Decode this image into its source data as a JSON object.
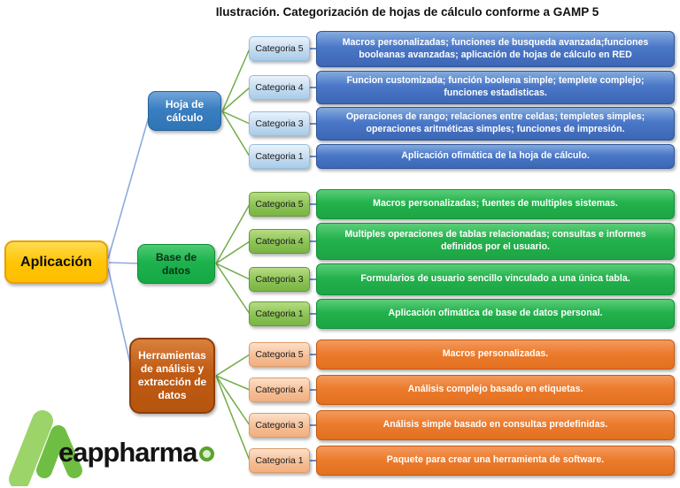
{
  "title": "Ilustración. Categorización de hojas de cálculo conforme a GAMP 5",
  "root": {
    "label": "Aplicación"
  },
  "branches": [
    {
      "label": "Hoja de cálculo",
      "color": "#2E75B6",
      "categories": [
        {
          "label": "Categoria 5",
          "description": "Macros personalizadas; funciones de busqueda avanzada;funciones booleanas avanzadas; aplicación de hojas de cálculo en RED"
        },
        {
          "label": "Categoria 4",
          "description": "Funcion customizada; función boolena simple; templete complejo; funciones estadisticas."
        },
        {
          "label": "Categoria 3",
          "description": "Operaciones de rango; relaciones entre celdas; templetes simples; operaciones aritméticas simples; funciones de impresión."
        },
        {
          "label": "Categoria 1",
          "description": "Aplicación ofimática de la hoja de cálculo."
        }
      ]
    },
    {
      "label": "Base de datos",
      "color": "#1CAE49",
      "categories": [
        {
          "label": "Categoria 5",
          "description": "Macros personalizadas; fuentes de multiples sistemas."
        },
        {
          "label": "Categoria 4",
          "description": "Multiples operaciones de tablas relacionadas; consultas e informes definidos por el usuario."
        },
        {
          "label": "Categoria 3",
          "description": "Formularios de usuario sencillo vinculado a una única tabla."
        },
        {
          "label": "Categoria 1",
          "description": "Aplicación ofimática de base de datos personal."
        }
      ]
    },
    {
      "label": "Herramientas de análisis y extracción de datos",
      "color": "#C55A11",
      "categories": [
        {
          "label": "Categoria 5",
          "description": "Macros personalizadas."
        },
        {
          "label": "Categoria 4",
          "description": "Análisis complejo basado en etiquetas."
        },
        {
          "label": "Categoria 3",
          "description": "Análisis simple basado en consultas predefinidas."
        },
        {
          "label": "Categoria 1",
          "description": "Paquete para crear una herramienta de software."
        }
      ]
    }
  ],
  "logo": {
    "text": "eappharma"
  },
  "colors": {
    "root_fill": "#FFC000",
    "root_border": "#E8A100",
    "branch_line": "#8FAADC",
    "fork_line": "#70AD47",
    "connector_line": "#4472C4"
  }
}
